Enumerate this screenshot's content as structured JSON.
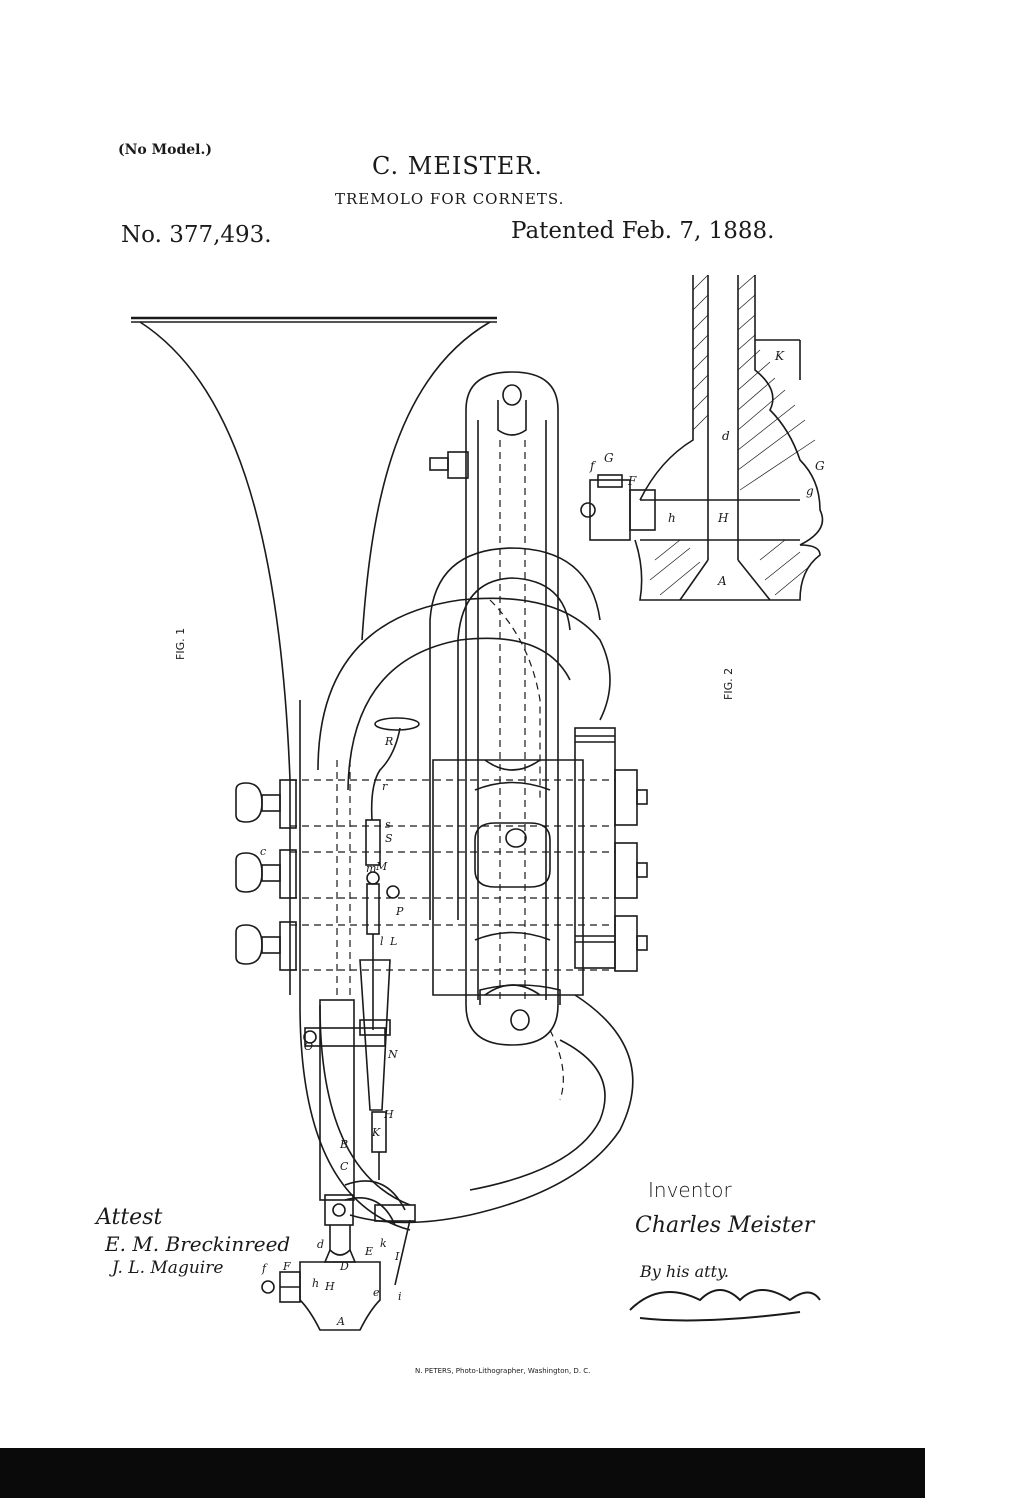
{
  "header": {
    "no_model": "(No Model.)",
    "author": "C. MEISTER.",
    "title": "TREMOLO FOR CORNETS.",
    "patent_number": "No. 377,493.",
    "patent_date": "Patented Feb. 7, 1888."
  },
  "figures": {
    "fig1_label": "FIG. 1",
    "fig2_label": "FIG. 2"
  },
  "signatures": {
    "attest_label": "Attest",
    "witness_1": "E. M. Breckinreed",
    "witness_2": "J. L. Maguire",
    "inventor_label": "Inventor",
    "inventor_name": "Charles Meister",
    "by_attorney": "By his atty."
  },
  "footer": {
    "printer": "N. PETERS, Photo-Lithographer, Washington, D. C."
  },
  "part_letters": {
    "fig1": [
      "R",
      "r",
      "S",
      "s",
      "M",
      "m",
      "P",
      "L",
      "l",
      "O",
      "N",
      "H",
      "K",
      "B",
      "C",
      "c",
      "D",
      "E",
      "d",
      "F",
      "f",
      "h",
      "H",
      "k",
      "A",
      "e",
      "I",
      "i"
    ],
    "fig2": [
      "K",
      "d",
      "f",
      "G",
      "F",
      "h",
      "H",
      "g",
      "G",
      "A"
    ]
  }
}
